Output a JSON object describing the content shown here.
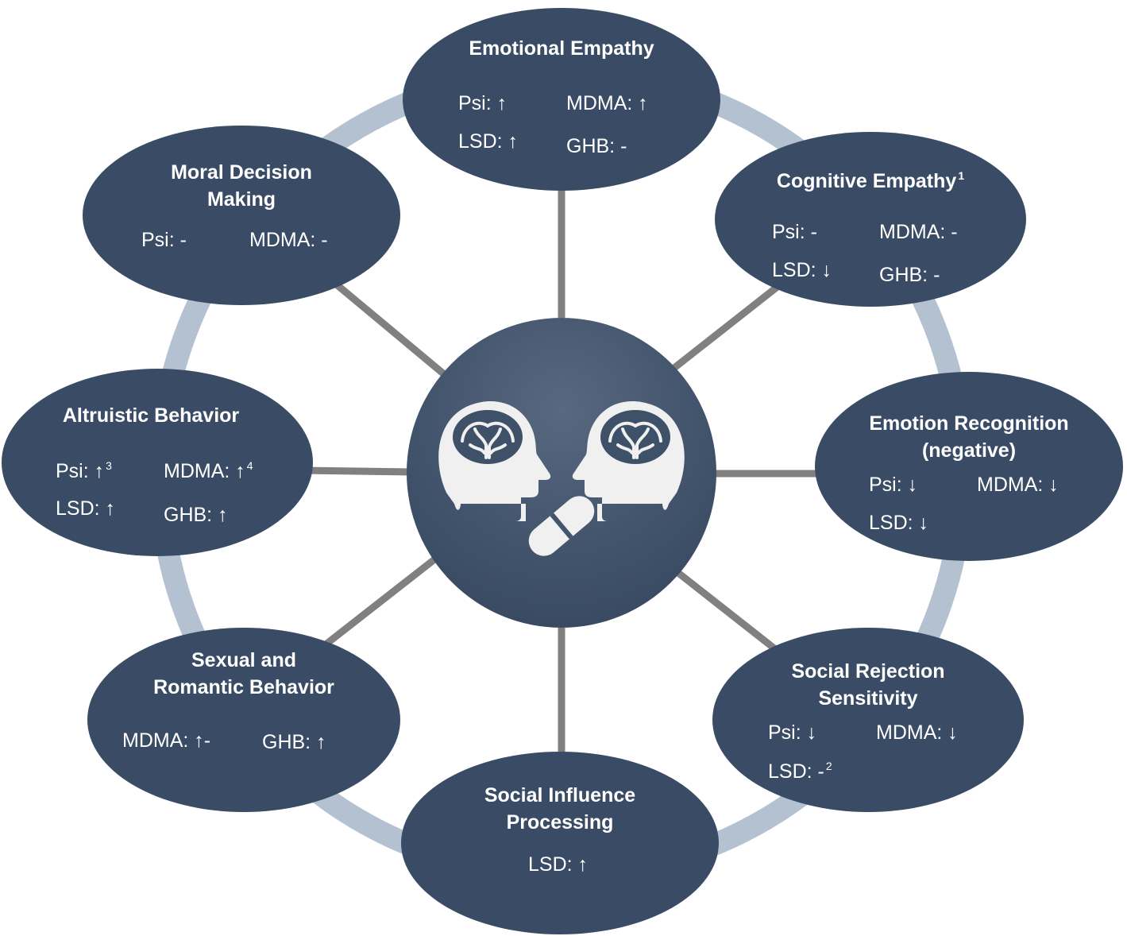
{
  "colors": {
    "node_fill": "#3a4b65",
    "ring": "#b4c1d1",
    "connector": "#808080",
    "text": "#ffffff",
    "icon": "#f0f0f0"
  },
  "center": {
    "icons": [
      "head-with-brain-icon",
      "head-with-brain-icon",
      "pill-capsule-icon"
    ]
  },
  "nodes": {
    "emotional_empathy": {
      "title": "Emotional Empathy",
      "psi": "Psi: ↑",
      "mdma": "MDMA:  ↑",
      "lsd": "LSD: ↑",
      "ghb": "GHB: -"
    },
    "cognitive_empathy": {
      "title": "Cognitive Empathy",
      "title_sup": "1",
      "psi": "Psi: -",
      "mdma": "MDMA:  -",
      "lsd": "LSD: ↓",
      "ghb": "GHB: -"
    },
    "emotion_recognition": {
      "title_line1": "Emotion Recognition",
      "title_line2": "(negative)",
      "psi": "Psi: ↓",
      "mdma": "MDMA: ↓",
      "lsd": "LSD: ↓"
    },
    "social_rejection": {
      "title_line1": "Social Rejection",
      "title_line2": "Sensitivity",
      "psi": "Psi: ↓",
      "mdma": "MDMA: ↓",
      "lsd": "LSD: -",
      "lsd_sup": "2"
    },
    "social_influence": {
      "title_line1": "Social Influence",
      "title_line2": "Processing",
      "lsd": "LSD: ↑"
    },
    "sexual_romantic": {
      "title_line1": "Sexual and",
      "title_line2": "Romantic Behavior",
      "mdma": "MDMA:  ↑-",
      "ghb": "GHB: ↑"
    },
    "altruistic": {
      "title": "Altruistic Behavior",
      "psi": "Psi: ↑",
      "psi_sup": "3",
      "mdma": "MDMA:  ↑",
      "mdma_sup": "4",
      "lsd": "LSD: ↑",
      "ghb": "GHB: ↑"
    },
    "moral_decision": {
      "title_line1": "Moral Decision",
      "title_line2": "Making",
      "psi": "Psi: -",
      "mdma": "MDMA:  -"
    }
  }
}
